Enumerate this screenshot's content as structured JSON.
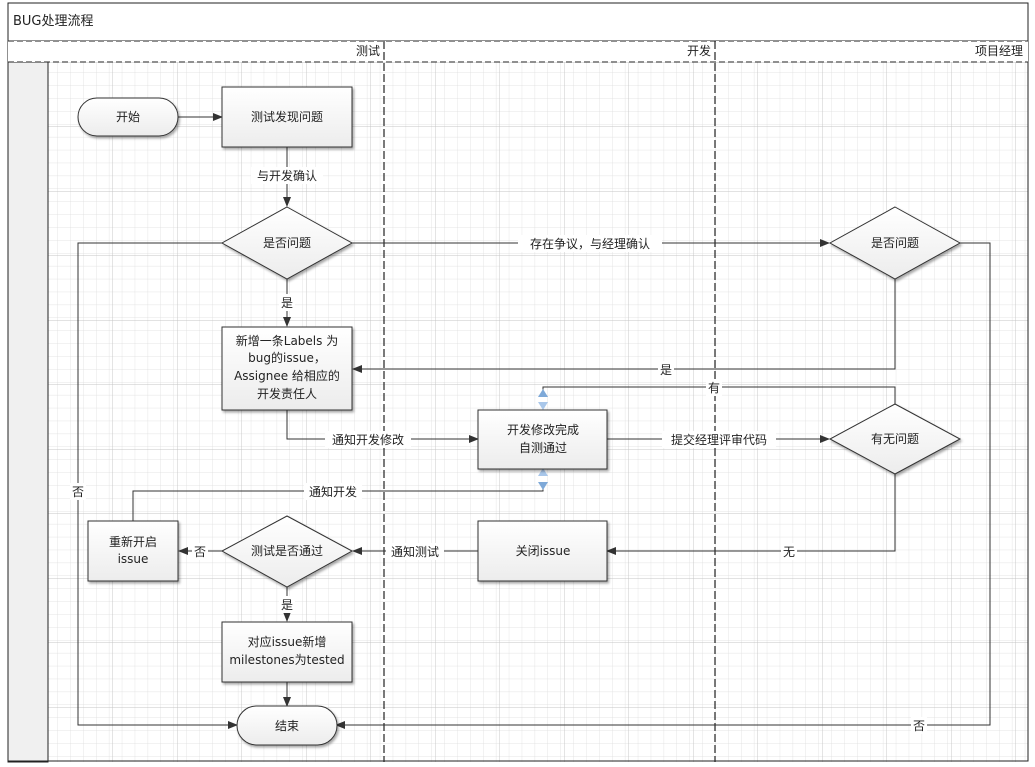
{
  "diagram": {
    "title": "BUG处理流程",
    "lanes": [
      "测试",
      "开发",
      "项目经理"
    ],
    "nodes": {
      "start": "开始",
      "find": "测试发现问题",
      "is_issue_test": "是否问题",
      "new_issue": [
        "新增一条Labels 为",
        "bug的issue，",
        "Assignee 给相应的",
        "开发责任人"
      ],
      "dev_fix": [
        "开发修改完成",
        "自测通过"
      ],
      "is_issue_pm": "是否问题",
      "has_issue": "有无问题",
      "reopen": [
        "重新开启",
        "issue"
      ],
      "test_pass": "测试是否通过",
      "close_issue": "关闭issue",
      "milestone": [
        "对应issue新增",
        "milestones为tested"
      ],
      "end": "结束"
    },
    "edge_labels": {
      "confirm_dev": "与开发确认",
      "dispute": "存在争议，与经理确认",
      "yes1": "是",
      "yes_pm": "是",
      "no_left": "否",
      "notify_fix": "通知开发修改",
      "submit_review": "提交经理评审代码",
      "has": "有",
      "notify_dev": "通知开发",
      "none": "无",
      "notify_test": "通知测试",
      "no_reopen": "否",
      "yes_pass": "是",
      "no_pm": "否"
    }
  }
}
